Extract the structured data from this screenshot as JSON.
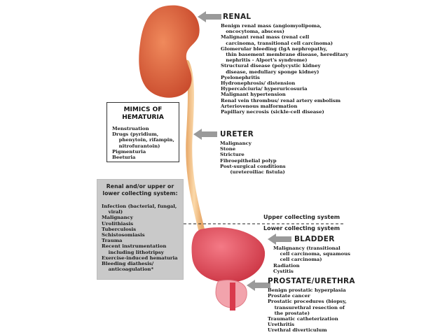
{
  "renal": {
    "title": "RENAL",
    "items": [
      "Benign renal mass (angiomyolipoma,",
      "   oncocytoma, abscess)",
      "Malignant renal mass (renal cell",
      "   carcinoma, transitional cell carcinoma)",
      "Glomerular bleeding (IgA nephropathy,",
      "   thin basement membrane disease, hereditary",
      "   nephritis - Alport's syndrome)",
      "Structural disease (polycystic kidney",
      "   disease, medullary sponge kidney)",
      "Pyelonephritis",
      "Hydronephrosis/ distension",
      "Hypercalciuria/ hyperuricosuria",
      "Malignant hypertension",
      "Renal vein thrombus/ renal artery embolism",
      "Arteriovenous malformation",
      "Papillary necrosis (sickle-cell disease)"
    ]
  },
  "ureter": {
    "title": "URETER",
    "items": [
      "Malignancy",
      "Stone",
      "Stricture",
      "Fibroepithelial polyp",
      "Post-surgical conditions",
      "      (ureteroiliac fistula)"
    ]
  },
  "mimics": {
    "title_line1": "MIMICS OF",
    "title_line2": "HEMATURIA",
    "items": [
      "Menstruation",
      "Drugs (pyridium,",
      "    phenytoin, rifampin,",
      "    nitrofurantoin)",
      "Pigmenturia",
      "Beeturia"
    ]
  },
  "collecting": {
    "title_line1": "Renal and/or upper or",
    "title_line2": "lower collecting system:",
    "items": [
      "Infection (bacterial, fungal,",
      "    viral)",
      "Malignancy",
      "Urolithiasis",
      "Tuberculosis",
      "Schistosomiasis",
      "Trauma",
      "Recent instrumentation",
      "    including lithotripsy",
      "Exercise-induced hematuria",
      "Bleeding diathesis/",
      "    anticoagulation*"
    ]
  },
  "divider": {
    "upper": "Upper collecting system",
    "lower": "Lower collecting system"
  },
  "bladder": {
    "title": "BLADDER",
    "items": [
      "Malignancy (transitional",
      "    cell carcinoma, squamous",
      "    cell carcinoma)",
      "Radiation",
      "Cystitis"
    ]
  },
  "prostate": {
    "title": "PROSTATE/URETHRA",
    "items": [
      "Benign prostatic hyperplasia",
      "Prostate cancer",
      "Prostatic procedures (biopsy,",
      "    transurethral resection of",
      "    the prostate)",
      "Traumatic catheterization",
      "Urethritis",
      "Urethral diverticulum"
    ]
  },
  "colors": {
    "kidney": "#e0643a",
    "ureter": "#f4c48f",
    "bladder": "#e34a5a",
    "arrow": "#9a9a9a",
    "gray_box": "#c9c9c9"
  }
}
